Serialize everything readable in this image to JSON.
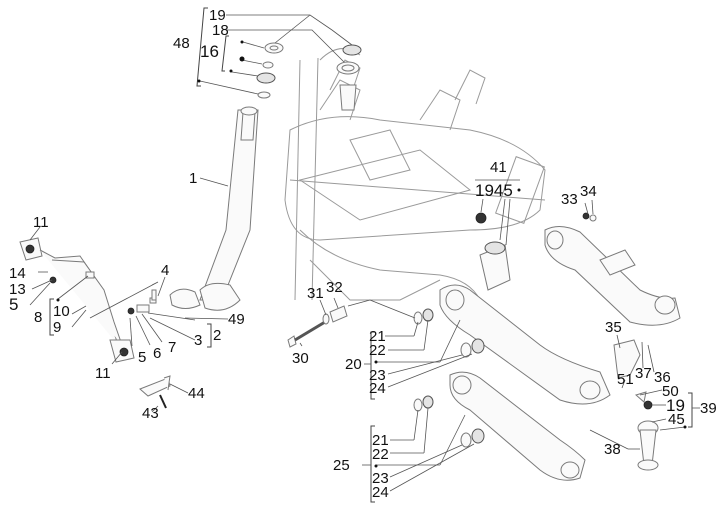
{
  "diagram": {
    "type": "exploded-parts-diagram",
    "subject": "steering column / frame / front suspension arms",
    "labels": {
      "l19a": "19",
      "l18": "18",
      "l48": "48",
      "l16": "16",
      "l1": "1",
      "l11a": "11",
      "l14": "14",
      "l13": "13",
      "l5a": "5",
      "l8": "8",
      "l10": "10",
      "l9": "9",
      "l11b": "11",
      "l4": "4",
      "l49": "49",
      "l3": "3",
      "l2": "2",
      "l5b": "5",
      "l6": "6",
      "l7": "7",
      "l44": "44",
      "l43": "43",
      "l41": "41",
      "l1945": "1945",
      "l33": "33",
      "l34": "34",
      "l31": "31",
      "l32": "32",
      "l30": "30",
      "l21a": "21",
      "l22a": "22",
      "l20": "20",
      "l23a": "23",
      "l24a": "24",
      "l35": "35",
      "l37": "37",
      "l36": "36",
      "l51": "51",
      "l50": "50",
      "l19b": "19",
      "l45": "45",
      "l39": "39",
      "l38": "38",
      "l21b": "21",
      "l22b": "22",
      "l25": "25",
      "l23b": "23",
      "l24b": "24"
    }
  }
}
